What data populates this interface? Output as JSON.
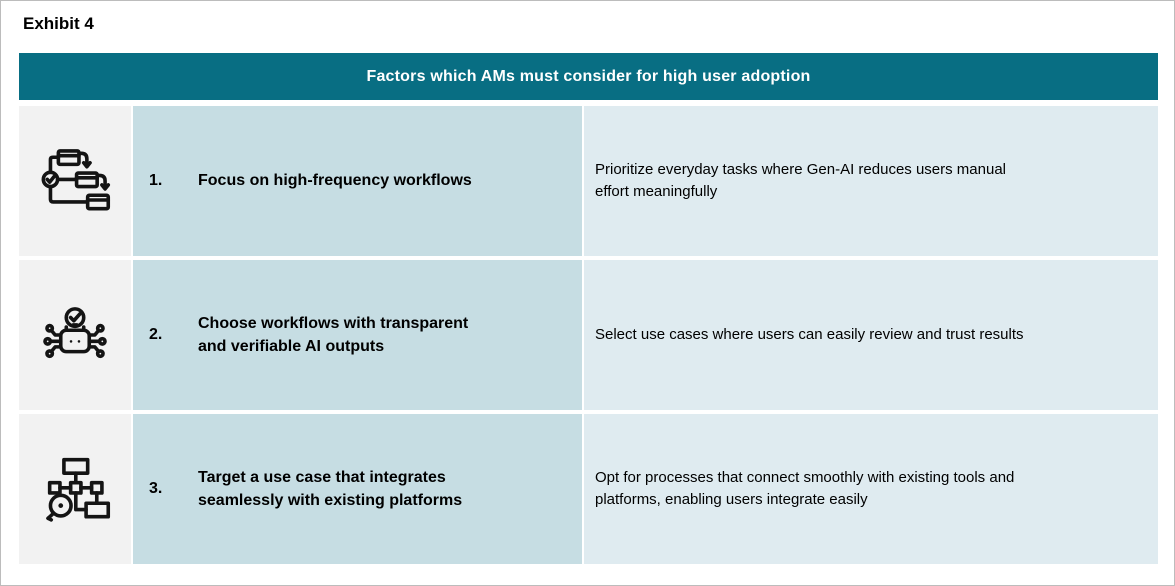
{
  "exhibit_label": "Exhibit 4",
  "header": {
    "title": "Factors which AMs must consider for high user adoption"
  },
  "colors": {
    "header_teal": "#086e83",
    "title_column_blue": "#c6dde3",
    "description_column_blue": "#dfebf0",
    "icon_column_gray": "#f2f2f2",
    "text": "#000000",
    "header_text": "#ffffff"
  },
  "rows": [
    {
      "number": "1.",
      "icon": "workflow-cascade-icon",
      "title": "Focus on high-frequency workflows",
      "description": "Prioritize everyday tasks where Gen-AI reduces users manual\neffort meaningfully"
    },
    {
      "number": "2.",
      "icon": "ai-verified-output-icon",
      "title": "Choose workflows with transparent\nand verifiable AI outputs",
      "description": "Select use cases where users can easily review and trust results"
    },
    {
      "number": "3.",
      "icon": "platform-integration-sitemap-icon",
      "title": "Target a use case that integrates\nseamlessly with existing platforms",
      "description": "Opt for processes that connect smoothly with existing tools and\nplatforms, enabling users integrate easily"
    }
  ]
}
